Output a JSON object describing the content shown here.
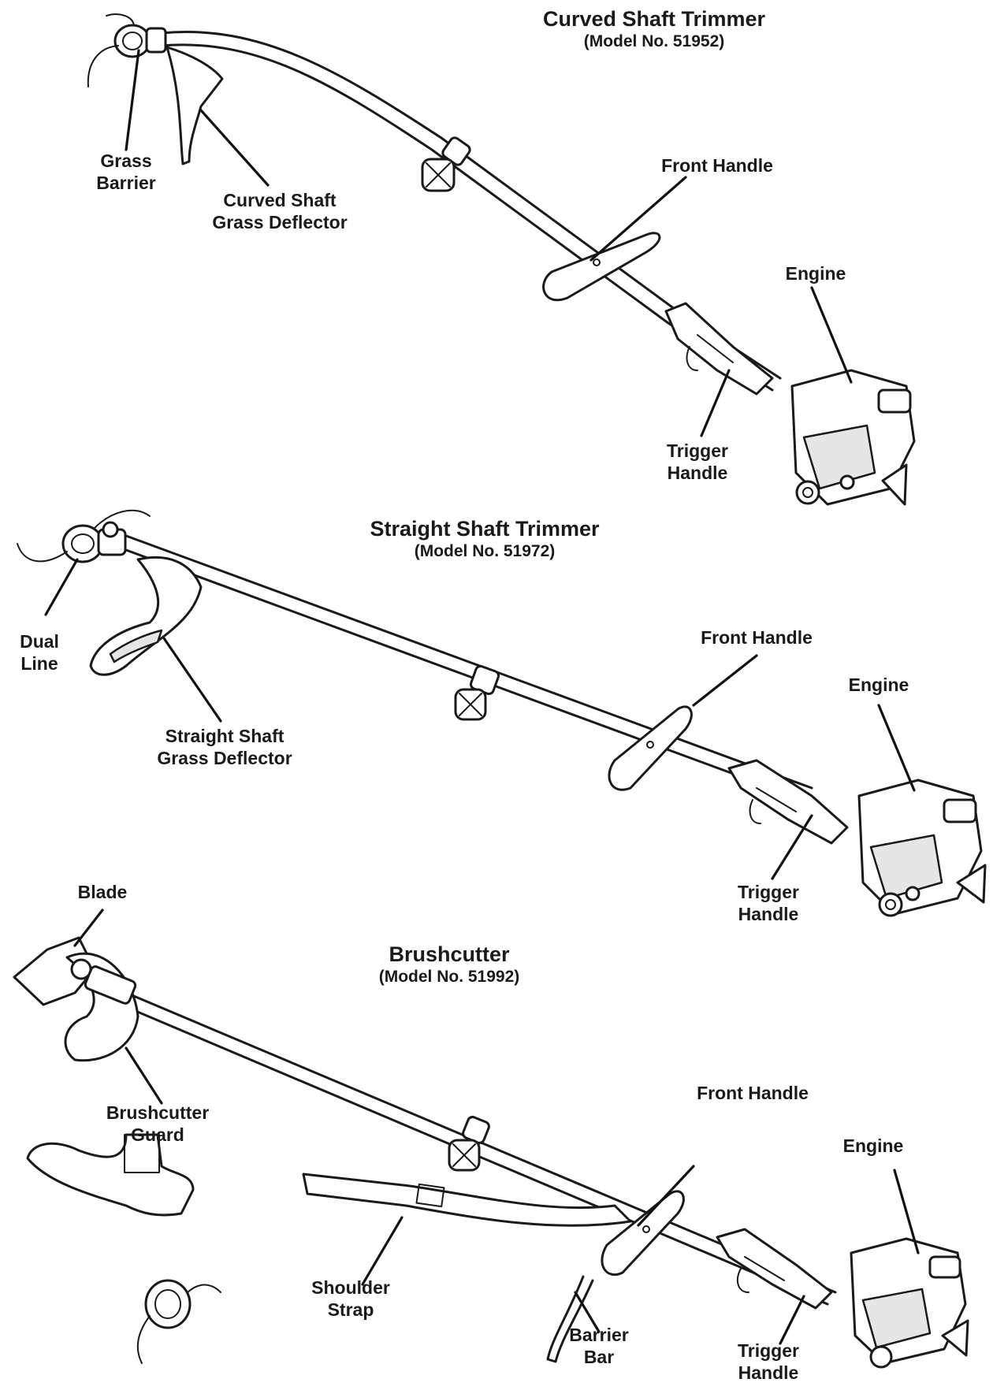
{
  "diagrams": [
    {
      "title": "Curved Shaft Trimmer",
      "model": "(Model No. 51952)",
      "labels": {
        "grass_barrier": [
          "Grass",
          "Barrier"
        ],
        "deflector": [
          "Curved Shaft",
          "Grass Deflector"
        ],
        "front_handle": [
          "Front Handle"
        ],
        "engine": [
          "Engine"
        ],
        "trigger_handle": [
          "Trigger",
          "Handle"
        ]
      }
    },
    {
      "title": "Straight Shaft Trimmer",
      "model": "(Model No. 51972)",
      "labels": {
        "dual_line": [
          "Dual",
          "Line"
        ],
        "deflector": [
          "Straight Shaft",
          "Grass Deflector"
        ],
        "front_handle": [
          "Front Handle"
        ],
        "engine": [
          "Engine"
        ],
        "trigger_handle": [
          "Trigger",
          "Handle"
        ]
      }
    },
    {
      "title": "Brushcutter",
      "model": "(Model No. 51992)",
      "labels": {
        "blade": [
          "Blade"
        ],
        "guard": [
          "Brushcutter",
          "Guard"
        ],
        "front_handle": [
          "Front Handle"
        ],
        "engine": [
          "Engine"
        ],
        "shoulder_strap": [
          "Shoulder",
          "Strap"
        ],
        "barrier_bar": [
          "Barrier",
          "Bar"
        ],
        "trigger_handle": [
          "Trigger",
          "Handle"
        ]
      }
    }
  ],
  "icons": {
    "engine": "engine-icon",
    "head": "trimmer-head-icon",
    "strap": "shoulder-strap-icon"
  }
}
